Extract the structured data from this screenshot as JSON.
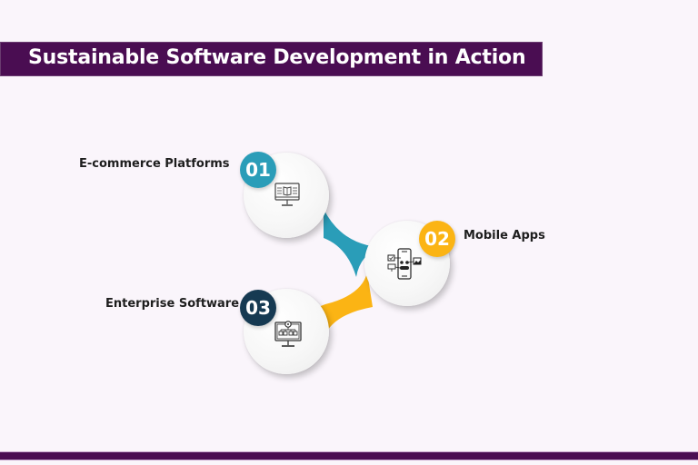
{
  "header": {
    "title": "Sustainable Software Development in Action"
  },
  "colors": {
    "brand_purple": "#4a0d52",
    "teal": "#2a9db8",
    "amber": "#fbb414",
    "navy": "#163a52",
    "background": "#faf5fb"
  },
  "steps": [
    {
      "number": "01",
      "label": "E-commerce Platforms",
      "icon": "monitor-book-icon",
      "badge_color": "#2a9db8"
    },
    {
      "number": "02",
      "label": "Mobile Apps",
      "icon": "mobile-app-flow-icon",
      "badge_color": "#fbb414"
    },
    {
      "number": "03",
      "label": "Enterprise Software",
      "icon": "monitor-hierarchy-gear-icon",
      "badge_color": "#163a52"
    }
  ]
}
